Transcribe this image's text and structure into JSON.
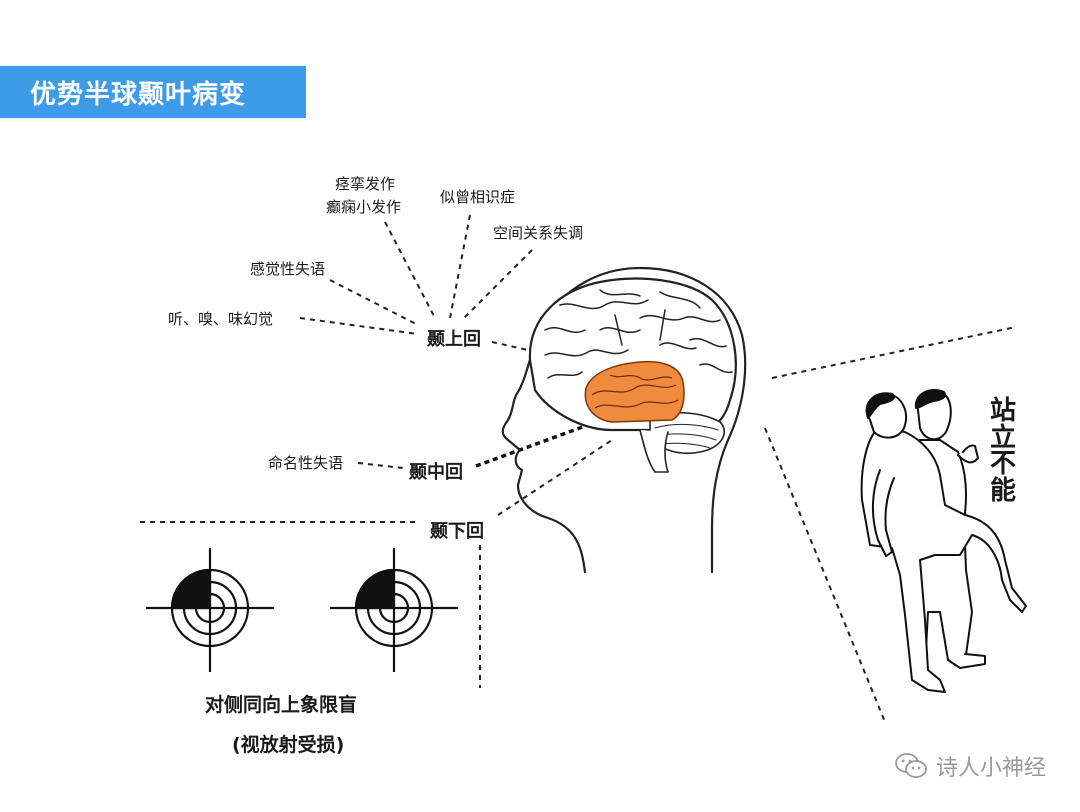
{
  "title": "优势半球颞叶病变",
  "symptoms": {
    "seizure_line1": "痉挛发作",
    "seizure_line2": "癫痫小发作",
    "deja_vu": "似曾相识症",
    "spatial": "空间关系失调",
    "sensory_aphasia": "感觉性失语",
    "hallucination": "听、嗅、味幻觉",
    "naming_aphasia": "命名性失语"
  },
  "gyri": {
    "superior": "颞上回",
    "middle": "颞中回",
    "inferior": "颞下回"
  },
  "standing": "站立不能",
  "visual_field": {
    "caption_line1": "对侧同向上象限盲",
    "caption_line2": "(视放射受损)"
  },
  "watermark": "诗人小神经",
  "colors": {
    "title_bg": "#3d9be9",
    "lesion": "#f08a3c"
  },
  "icons": {
    "watermark": "wechat-icon"
  }
}
